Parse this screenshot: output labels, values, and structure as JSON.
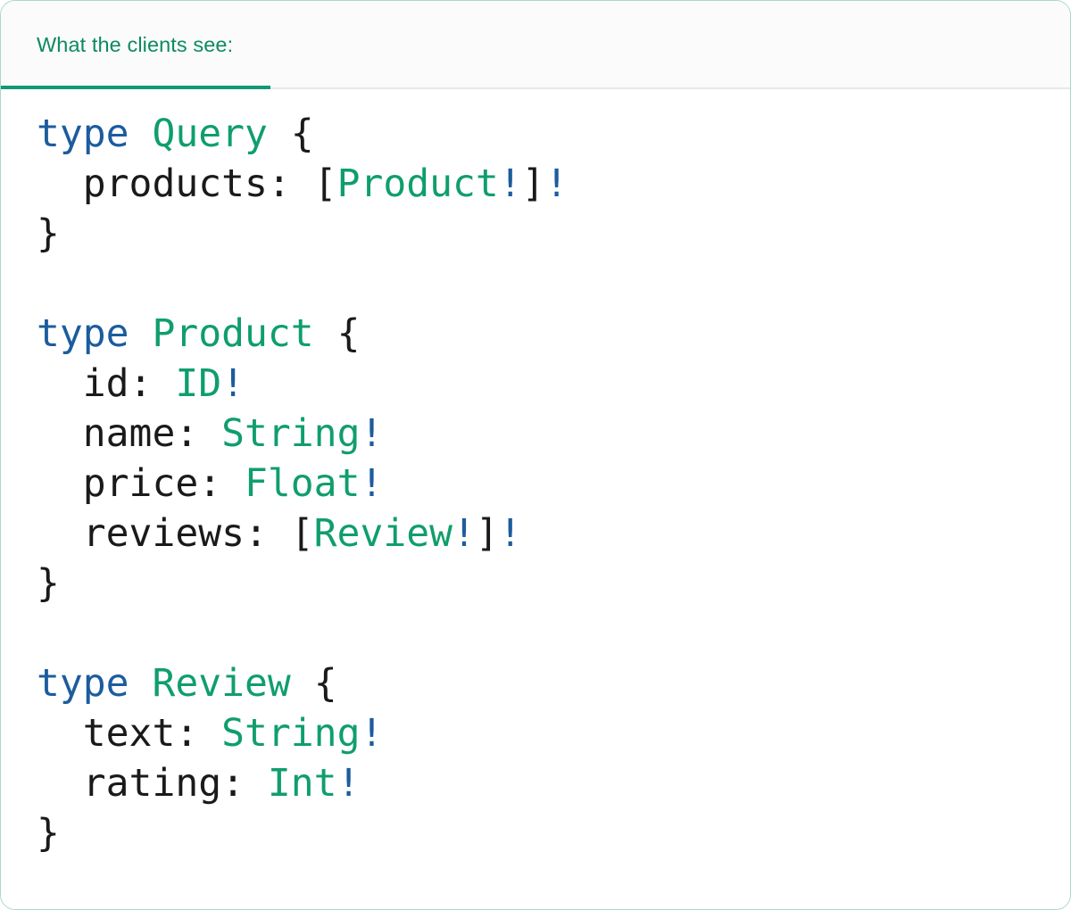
{
  "card": {
    "border_color": "#a8d8c2",
    "background": "#ffffff"
  },
  "tabbar": {
    "background": "#fbfbfb",
    "border_color": "#e7e8e8",
    "active_underline_color": "#109877",
    "tabs": [
      {
        "id": "clients-see",
        "label": "What the clients see:",
        "active": true,
        "color": "#0d8a62"
      }
    ]
  },
  "editor": {
    "language": "graphql",
    "theme": {
      "keyword": "#1c5c9e",
      "typename": "#0f9e6c",
      "field": "#1a1a1a",
      "punctuation": "#1a1a1a",
      "non_null_bang": "#1c5c9e",
      "background": "#ffffff"
    },
    "lines": [
      {
        "indent": 0,
        "tokens": [
          {
            "t": "keyword",
            "v": "type"
          },
          {
            "t": "plain",
            "v": " "
          },
          {
            "t": "typename",
            "v": "Query"
          },
          {
            "t": "plain",
            "v": " "
          },
          {
            "t": "punct",
            "v": "{"
          }
        ]
      },
      {
        "indent": 2,
        "tokens": [
          {
            "t": "field",
            "v": "products"
          },
          {
            "t": "punct",
            "v": ":"
          },
          {
            "t": "plain",
            "v": " "
          },
          {
            "t": "punct",
            "v": "["
          },
          {
            "t": "typename",
            "v": "Product"
          },
          {
            "t": "bang",
            "v": "!"
          },
          {
            "t": "punct",
            "v": "]"
          },
          {
            "t": "bang",
            "v": "!"
          }
        ]
      },
      {
        "indent": 0,
        "tokens": [
          {
            "t": "punct",
            "v": "}"
          }
        ]
      },
      {
        "indent": 0,
        "tokens": []
      },
      {
        "indent": 0,
        "tokens": [
          {
            "t": "keyword",
            "v": "type"
          },
          {
            "t": "plain",
            "v": " "
          },
          {
            "t": "typename",
            "v": "Product"
          },
          {
            "t": "plain",
            "v": " "
          },
          {
            "t": "punct",
            "v": "{"
          }
        ]
      },
      {
        "indent": 2,
        "tokens": [
          {
            "t": "field",
            "v": "id"
          },
          {
            "t": "punct",
            "v": ":"
          },
          {
            "t": "plain",
            "v": " "
          },
          {
            "t": "typename",
            "v": "ID"
          },
          {
            "t": "bang",
            "v": "!"
          }
        ]
      },
      {
        "indent": 2,
        "tokens": [
          {
            "t": "field",
            "v": "name"
          },
          {
            "t": "punct",
            "v": ":"
          },
          {
            "t": "plain",
            "v": " "
          },
          {
            "t": "typename",
            "v": "String"
          },
          {
            "t": "bang",
            "v": "!"
          }
        ]
      },
      {
        "indent": 2,
        "tokens": [
          {
            "t": "field",
            "v": "price"
          },
          {
            "t": "punct",
            "v": ":"
          },
          {
            "t": "plain",
            "v": " "
          },
          {
            "t": "typename",
            "v": "Float"
          },
          {
            "t": "bang",
            "v": "!"
          }
        ]
      },
      {
        "indent": 2,
        "tokens": [
          {
            "t": "field",
            "v": "reviews"
          },
          {
            "t": "punct",
            "v": ":"
          },
          {
            "t": "plain",
            "v": " "
          },
          {
            "t": "punct",
            "v": "["
          },
          {
            "t": "typename",
            "v": "Review"
          },
          {
            "t": "bang",
            "v": "!"
          },
          {
            "t": "punct",
            "v": "]"
          },
          {
            "t": "bang",
            "v": "!"
          }
        ]
      },
      {
        "indent": 0,
        "tokens": [
          {
            "t": "punct",
            "v": "}"
          }
        ]
      },
      {
        "indent": 0,
        "tokens": []
      },
      {
        "indent": 0,
        "tokens": [
          {
            "t": "keyword",
            "v": "type"
          },
          {
            "t": "plain",
            "v": " "
          },
          {
            "t": "typename",
            "v": "Review"
          },
          {
            "t": "plain",
            "v": " "
          },
          {
            "t": "punct",
            "v": "{"
          }
        ]
      },
      {
        "indent": 2,
        "tokens": [
          {
            "t": "field",
            "v": "text"
          },
          {
            "t": "punct",
            "v": ":"
          },
          {
            "t": "plain",
            "v": " "
          },
          {
            "t": "typename",
            "v": "String"
          },
          {
            "t": "bang",
            "v": "!"
          }
        ]
      },
      {
        "indent": 2,
        "tokens": [
          {
            "t": "field",
            "v": "rating"
          },
          {
            "t": "punct",
            "v": ":"
          },
          {
            "t": "plain",
            "v": " "
          },
          {
            "t": "typename",
            "v": "Int"
          },
          {
            "t": "bang",
            "v": "!"
          }
        ]
      },
      {
        "indent": 0,
        "tokens": [
          {
            "t": "punct",
            "v": "}"
          }
        ]
      }
    ]
  }
}
